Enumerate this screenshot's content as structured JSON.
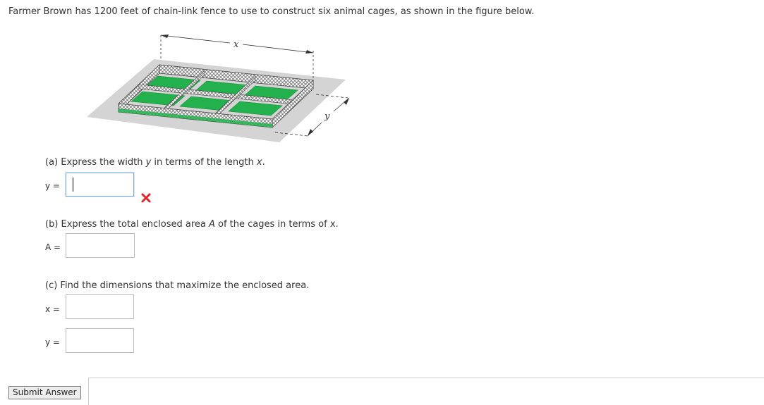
{
  "intro": "Farmer Brown has 1200 feet of chain-link fence to use to construct six animal cages, as shown in the figure below.",
  "figure": {
    "label_x": "x",
    "label_y": "y"
  },
  "part_a": {
    "prefix": "(a) Express the width ",
    "var1": "y",
    "middle": " in terms of the length ",
    "var2": "x",
    "suffix": ".",
    "field_label": "y =",
    "field_value": ""
  },
  "part_b": {
    "prefix": "(b) Express the total enclosed area ",
    "var1": "A",
    "middle": " of the cages in terms of ",
    "var2": "x",
    "suffix": ".",
    "field_label": "A =",
    "field_value": ""
  },
  "part_c": {
    "text": "(c) Find the dimensions that maximize the enclosed area.",
    "field_x_label": "x =",
    "field_y_label": "y =",
    "field_x_value": "",
    "field_y_value": ""
  },
  "submit_label": "Submit Answer",
  "colors": {
    "grass": "#22b14c",
    "ground": "#d3d3d3",
    "wrong": "#e0262c",
    "focus": "#7fa9d6"
  }
}
